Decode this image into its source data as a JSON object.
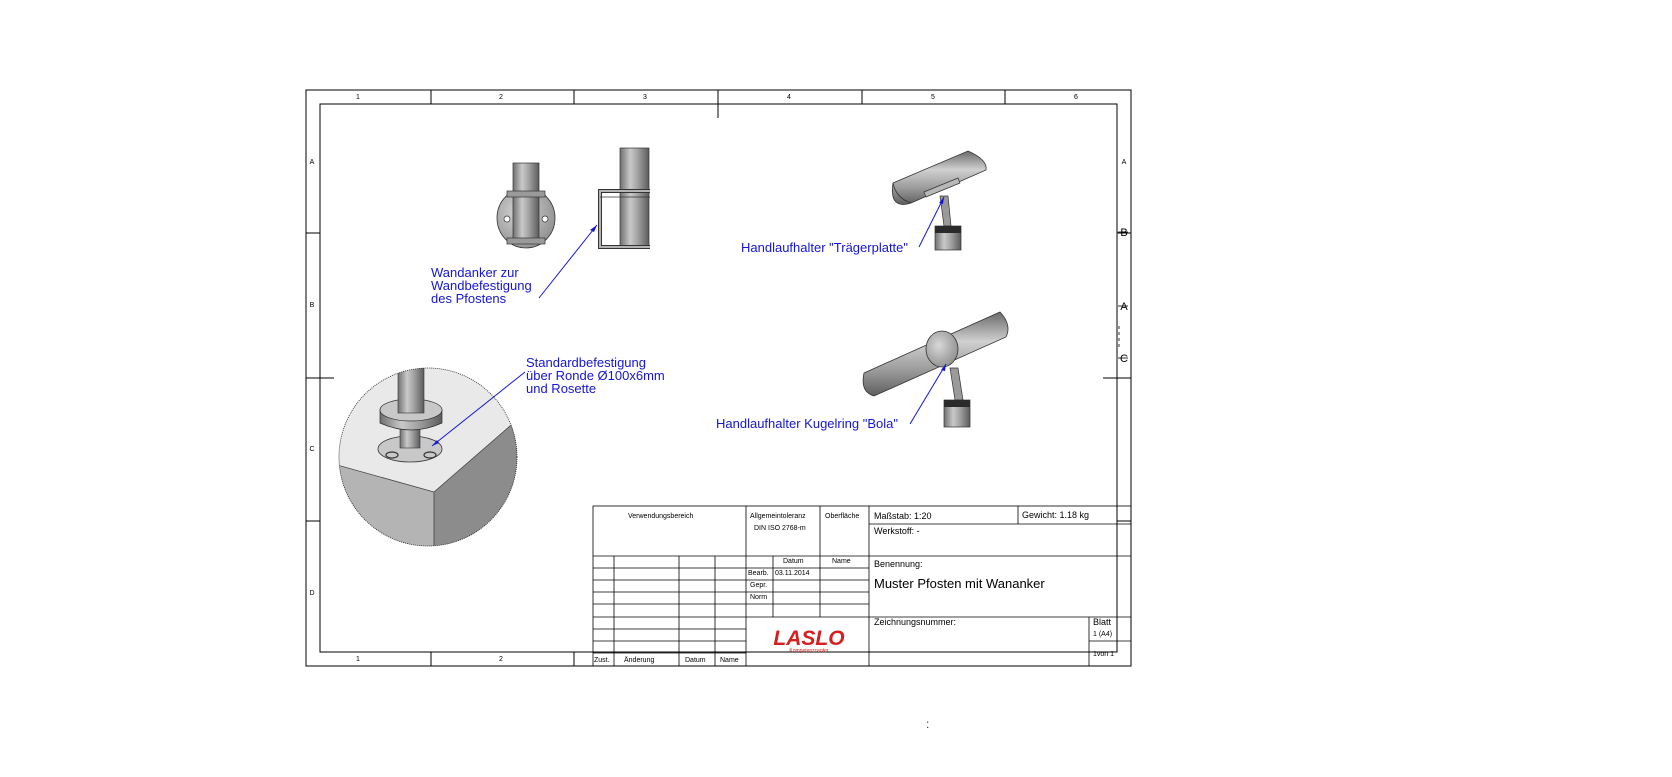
{
  "border": {
    "columns": [
      "1",
      "2",
      "3",
      "4",
      "5",
      "6"
    ],
    "rows": [
      "A",
      "B",
      "C",
      "D"
    ],
    "right_marks": [
      "B",
      "A",
      "C"
    ]
  },
  "annotations": {
    "wandanker": [
      "Wandanker zur",
      "Wandbefestigung",
      "des Pfostens"
    ],
    "standard": [
      "Standardbefestigung",
      "über Ronde Ø100x6mm",
      "und Rosette"
    ],
    "traegerplatte": "Handlaufhalter \"Trägerplatte\"",
    "bola": "Handlaufhalter Kugelring \"Bola\""
  },
  "title_block": {
    "verwendungsbereich": "Verwendungsbereich",
    "tolerance_label": "Allgemeintoleranz",
    "tolerance_value": "DIN ISO 2768-m",
    "oberflaeche": "Oberfläche",
    "massstab": "Maßstab: 1:20",
    "gewicht": "Gewicht: 1.18 kg",
    "werkstoff": "Werkstoff: -",
    "datum_label": "Datum",
    "name_label": "Name",
    "bearb_label": "Bearb.",
    "bearb_date": "03.11.2014",
    "gepr_label": "Gepr.",
    "norm_label": "Norm",
    "benennung_label": "Benennung:",
    "benennung": "Muster Pfosten mit Wananker",
    "zeichnungsnummer": "Zeichnungsnummer:",
    "blatt_label": "Blatt",
    "blatt_format": "1 (A4)",
    "blatt_count": "1von 1",
    "zust": "Zust.",
    "aenderung": "Änderung",
    "datum_footer": "Datum",
    "name_footer": "Name",
    "logo_text": "LASLO",
    "logo_sub": "Kompetenzcenter"
  },
  "stray_mark": ":",
  "colors": {
    "annotation": "#1515d6",
    "logo": "#d42020",
    "line": "#000000"
  }
}
